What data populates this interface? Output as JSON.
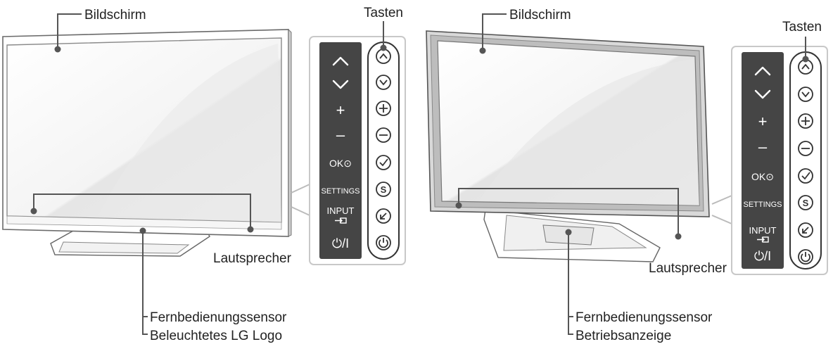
{
  "left": {
    "screen_label": "Bildschirm",
    "buttons_label": "Tasten",
    "speaker_label": "Lautsprecher",
    "sensor_label": "Fernbedienungssensor",
    "logo_label": "Beleuchtetes LG Logo"
  },
  "right": {
    "screen_label": "Bildschirm",
    "buttons_label": "Tasten",
    "speaker_label": "Lautsprecher",
    "sensor_label": "Fernbedienungssensor",
    "power_label": "Betriebsanzeige"
  },
  "keys": {
    "up": "^",
    "down": "v",
    "plus": "+",
    "minus": "–",
    "ok": "OK⊙",
    "settings": "SETTINGS",
    "input": "INPUT",
    "power": "⏻/I"
  },
  "key_icons": [
    "chevron-up-icon",
    "chevron-down-icon",
    "plus-icon",
    "minus-icon",
    "check-icon",
    "settings-s-icon",
    "input-arrow-icon",
    "power-icon"
  ],
  "colors": {
    "line": "#555555",
    "panel_dark": "#454545",
    "bezel": "#9a9a9a",
    "callout_box": "#c8c8c8"
  }
}
